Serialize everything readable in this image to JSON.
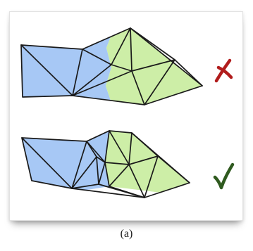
{
  "caption": "(a)",
  "colors": {
    "blue_region": "#a7c8f5",
    "green_region": "#cdeea7",
    "edge": "#1a1a1a",
    "cross_mark": "#b11c1c",
    "check_mark": "#2f5a1f"
  },
  "meshes": [
    {
      "name": "top-mesh",
      "verdict_icon": "cross-icon",
      "verdict": "incorrect"
    },
    {
      "name": "bottom-mesh",
      "verdict_icon": "checkmark-icon",
      "verdict": "correct"
    }
  ]
}
